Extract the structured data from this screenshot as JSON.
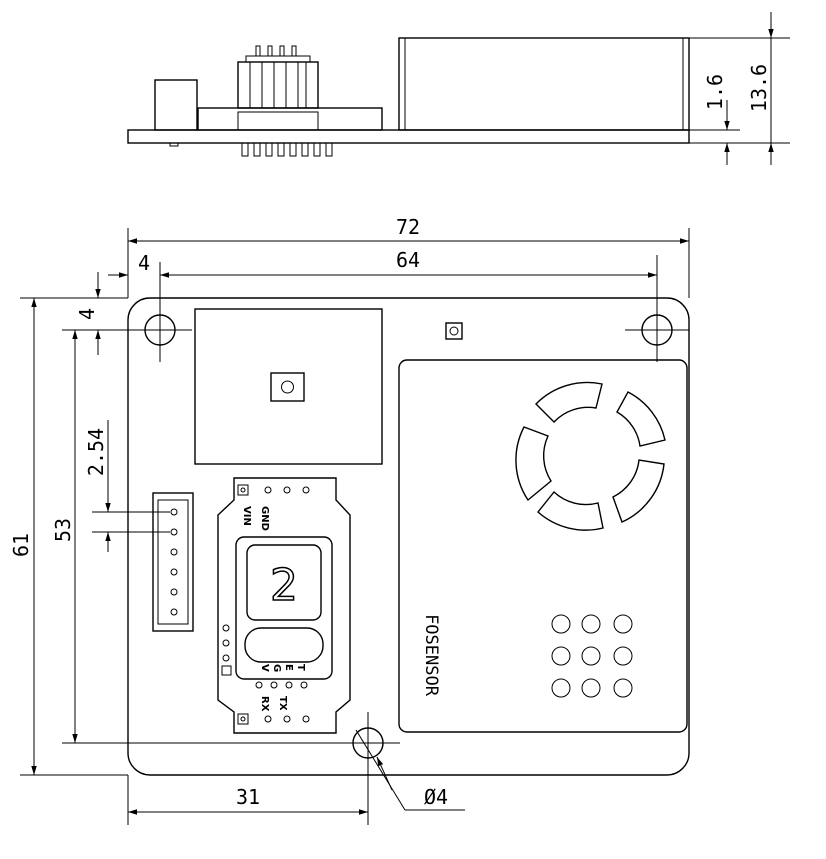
{
  "drawing": {
    "dimensions": {
      "pcb_thickness": "1.6",
      "total_height": "13.6",
      "width": "72",
      "hole_spacing_x": "64",
      "edge_offset_x": "4",
      "edge_offset_y": "4",
      "pitch": "2.54",
      "hole_spacing_y": "53",
      "height": "61",
      "hole_x": "31",
      "hole_diameter": "Ø4"
    },
    "brand": "FOSENSOR",
    "module_digit": "2",
    "pin_labels_top": [
      "VIN",
      "GND"
    ],
    "pin_labels_mid": [
      "V",
      "G",
      "E",
      "T"
    ],
    "pin_labels_bottom": [
      "RX",
      "TX"
    ]
  }
}
